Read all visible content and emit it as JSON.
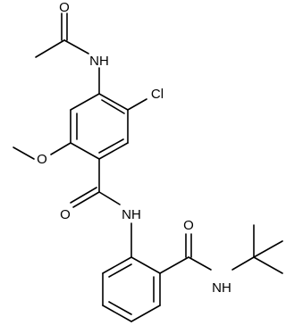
{
  "molecule": {
    "labels": {
      "acetyl_oxygen": "O",
      "acetamide_nh": "NH",
      "chlorine": "Cl",
      "methoxy_oxygen": "O",
      "amide_oxygen": "O",
      "amide_nh": "NH",
      "tbu_amide_oxygen": "O",
      "tbu_amide_nh": "NH"
    },
    "colors": {
      "bond": "#000000",
      "text": "#000000",
      "background": "#ffffff"
    }
  }
}
